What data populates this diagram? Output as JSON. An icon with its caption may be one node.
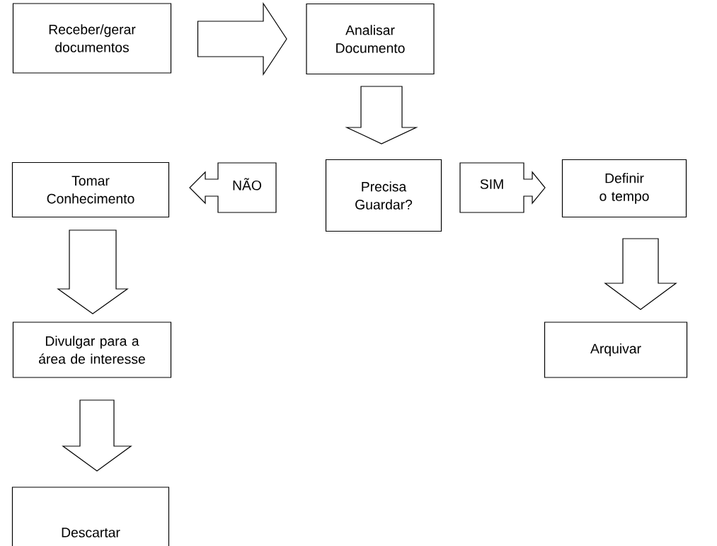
{
  "diagram": {
    "nodes": [
      {
        "text": [
          "Receber/gerar documentos"
        ]
      },
      {
        "text": [
          "Analisar Documento"
        ]
      },
      {
        "text": [
          "Tomar Conhecimento"
        ]
      },
      {
        "text": [
          "Precisa Guardar?"
        ]
      },
      {
        "text": [
          "Definir o tempo"
        ]
      },
      {
        "text": [
          "Divulgar para a área de interesse"
        ]
      },
      {
        "text": [
          "Arquivar"
        ]
      },
      {
        "text": [
          "Descartar"
        ]
      }
    ],
    "edges": [
      {
        "from": 0,
        "to": 1,
        "arrow": "to"
      },
      {
        "from": 1,
        "to": 3,
        "arrow": "to"
      },
      {
        "from": 3,
        "to": 2,
        "arrow": "to",
        "label": "NÃO"
      },
      {
        "from": 3,
        "to": 4,
        "arrow": "to",
        "label": "SIM"
      },
      {
        "from": 4,
        "to": 6,
        "arrow": "to"
      },
      {
        "from": 2,
        "to": 5,
        "arrow": "to"
      },
      {
        "from": 5,
        "to": 7,
        "arrow": "to"
      }
    ]
  }
}
